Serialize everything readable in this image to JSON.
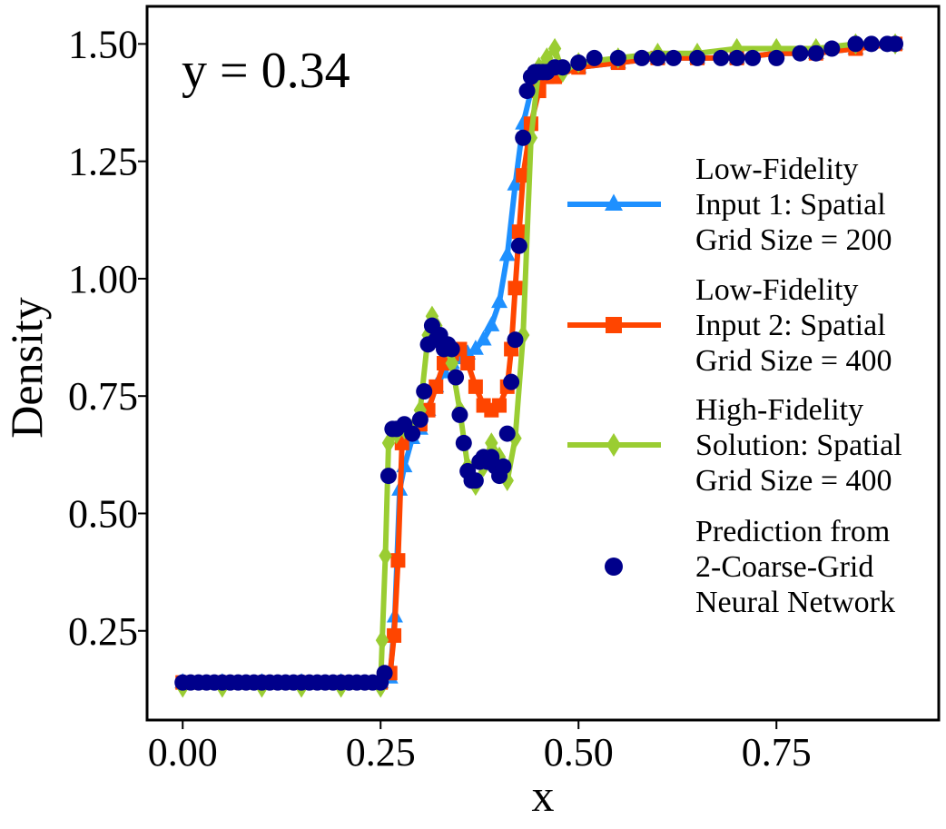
{
  "chart_data": {
    "type": "line",
    "xlabel": "x",
    "ylabel": "Density",
    "xlim": [
      -0.045,
      0.955
    ],
    "ylim": [
      0.06,
      1.58
    ],
    "xticks": [
      0.0,
      0.25,
      0.5,
      0.75
    ],
    "xtick_labels": [
      "0.00",
      "0.25",
      "0.50",
      "0.75"
    ],
    "yticks": [
      0.25,
      0.5,
      0.75,
      1.0,
      1.25,
      1.5
    ],
    "ytick_labels": [
      "0.25",
      "0.50",
      "0.75",
      "1.00",
      "1.25",
      "1.50"
    ],
    "annotation": "y = 0.34",
    "grid": false,
    "legend_position": "right",
    "series": [
      {
        "name": "Low-Fidelity Input 1: Spatial Grid Size = 200",
        "legend_lines": [
          "Low-Fidelity",
          "Input 1: Spatial",
          "Grid Size = 200"
        ],
        "color": "#1e90ff",
        "marker": "triangle",
        "style": "line-markers",
        "x": [
          0.0,
          0.05,
          0.1,
          0.15,
          0.2,
          0.25,
          0.262,
          0.268,
          0.274,
          0.28,
          0.29,
          0.3,
          0.31,
          0.32,
          0.33,
          0.34,
          0.35,
          0.36,
          0.37,
          0.38,
          0.39,
          0.4,
          0.41,
          0.42,
          0.43,
          0.44,
          0.45,
          0.46,
          0.47,
          0.5,
          0.55,
          0.6,
          0.65,
          0.7,
          0.75,
          0.8,
          0.85,
          0.9
        ],
        "y": [
          0.14,
          0.14,
          0.14,
          0.14,
          0.14,
          0.14,
          0.15,
          0.28,
          0.55,
          0.6,
          0.66,
          0.68,
          0.72,
          0.77,
          0.8,
          0.82,
          0.83,
          0.84,
          0.85,
          0.87,
          0.9,
          0.95,
          1.05,
          1.2,
          1.33,
          1.4,
          1.43,
          1.44,
          1.44,
          1.45,
          1.46,
          1.47,
          1.47,
          1.47,
          1.48,
          1.48,
          1.49,
          1.5
        ]
      },
      {
        "name": "Low-Fidelity Input 2: Spatial Grid Size = 400",
        "legend_lines": [
          "Low-Fidelity",
          "Input 2: Spatial",
          "Grid Size = 400"
        ],
        "color": "#ff4500",
        "marker": "square",
        "style": "line-markers",
        "x": [
          0.0,
          0.05,
          0.1,
          0.15,
          0.2,
          0.25,
          0.262,
          0.267,
          0.272,
          0.277,
          0.29,
          0.3,
          0.31,
          0.32,
          0.33,
          0.34,
          0.35,
          0.36,
          0.37,
          0.38,
          0.39,
          0.4,
          0.41,
          0.415,
          0.42,
          0.425,
          0.43,
          0.44,
          0.45,
          0.46,
          0.47,
          0.5,
          0.55,
          0.6,
          0.65,
          0.7,
          0.75,
          0.8,
          0.85,
          0.9
        ],
        "y": [
          0.14,
          0.14,
          0.14,
          0.14,
          0.14,
          0.14,
          0.16,
          0.24,
          0.4,
          0.65,
          0.68,
          0.69,
          0.72,
          0.77,
          0.82,
          0.84,
          0.85,
          0.82,
          0.77,
          0.73,
          0.72,
          0.73,
          0.77,
          0.85,
          0.98,
          1.1,
          1.22,
          1.33,
          1.4,
          1.43,
          1.43,
          1.45,
          1.46,
          1.47,
          1.47,
          1.47,
          1.48,
          1.48,
          1.49,
          1.5
        ]
      },
      {
        "name": "High-Fidelity Solution: Spatial Grid Size = 400",
        "legend_lines": [
          "High-Fidelity",
          "Solution: Spatial",
          "Grid Size = 400"
        ],
        "color": "#9acd32",
        "marker": "diamond",
        "style": "line-markers",
        "x": [
          0.0,
          0.05,
          0.1,
          0.15,
          0.2,
          0.25,
          0.252,
          0.256,
          0.26,
          0.27,
          0.28,
          0.29,
          0.3,
          0.31,
          0.315,
          0.32,
          0.33,
          0.34,
          0.35,
          0.36,
          0.37,
          0.38,
          0.39,
          0.4,
          0.41,
          0.42,
          0.43,
          0.44,
          0.45,
          0.46,
          0.47,
          0.48,
          0.5,
          0.55,
          0.6,
          0.65,
          0.7,
          0.75,
          0.8,
          0.85,
          0.9
        ],
        "y": [
          0.13,
          0.13,
          0.13,
          0.13,
          0.13,
          0.13,
          0.23,
          0.41,
          0.65,
          0.67,
          0.68,
          0.68,
          0.72,
          0.88,
          0.92,
          0.9,
          0.87,
          0.82,
          0.72,
          0.6,
          0.56,
          0.6,
          0.65,
          0.62,
          0.57,
          0.66,
          0.88,
          1.3,
          1.45,
          1.47,
          1.49,
          1.44,
          1.46,
          1.47,
          1.48,
          1.48,
          1.49,
          1.49,
          1.49,
          1.5,
          1.5
        ]
      },
      {
        "name": "Prediction from 2-Coarse-Grid Neural Network",
        "legend_lines": [
          "Prediction from",
          "2-Coarse-Grid",
          "Neural Network"
        ],
        "color": "#00008b",
        "marker": "circle",
        "style": "markers",
        "x": [
          0.0,
          0.01,
          0.02,
          0.03,
          0.04,
          0.05,
          0.06,
          0.07,
          0.08,
          0.09,
          0.1,
          0.11,
          0.12,
          0.13,
          0.14,
          0.15,
          0.16,
          0.17,
          0.18,
          0.19,
          0.2,
          0.21,
          0.22,
          0.23,
          0.24,
          0.25,
          0.255,
          0.26,
          0.265,
          0.27,
          0.28,
          0.29,
          0.3,
          0.305,
          0.31,
          0.315,
          0.32,
          0.325,
          0.33,
          0.335,
          0.34,
          0.345,
          0.35,
          0.355,
          0.36,
          0.365,
          0.37,
          0.375,
          0.38,
          0.385,
          0.39,
          0.395,
          0.4,
          0.405,
          0.41,
          0.415,
          0.42,
          0.425,
          0.43,
          0.435,
          0.44,
          0.445,
          0.45,
          0.455,
          0.46,
          0.47,
          0.48,
          0.5,
          0.52,
          0.55,
          0.58,
          0.6,
          0.62,
          0.65,
          0.68,
          0.7,
          0.72,
          0.75,
          0.78,
          0.8,
          0.82,
          0.85,
          0.87,
          0.89,
          0.9
        ],
        "y": [
          0.14,
          0.14,
          0.14,
          0.14,
          0.14,
          0.14,
          0.14,
          0.14,
          0.14,
          0.14,
          0.14,
          0.14,
          0.14,
          0.14,
          0.14,
          0.14,
          0.14,
          0.14,
          0.14,
          0.14,
          0.14,
          0.14,
          0.14,
          0.14,
          0.14,
          0.14,
          0.16,
          0.58,
          0.68,
          0.68,
          0.69,
          0.67,
          0.7,
          0.76,
          0.86,
          0.9,
          0.87,
          0.88,
          0.85,
          0.86,
          0.85,
          0.79,
          0.71,
          0.65,
          0.59,
          0.57,
          0.57,
          0.61,
          0.62,
          0.61,
          0.62,
          0.6,
          0.58,
          0.6,
          0.67,
          0.78,
          0.87,
          1.07,
          1.3,
          1.4,
          1.43,
          1.44,
          1.44,
          1.44,
          1.44,
          1.45,
          1.45,
          1.46,
          1.47,
          1.47,
          1.47,
          1.47,
          1.47,
          1.47,
          1.47,
          1.47,
          1.47,
          1.47,
          1.48,
          1.48,
          1.49,
          1.5,
          1.5,
          1.5,
          1.5
        ]
      }
    ]
  }
}
